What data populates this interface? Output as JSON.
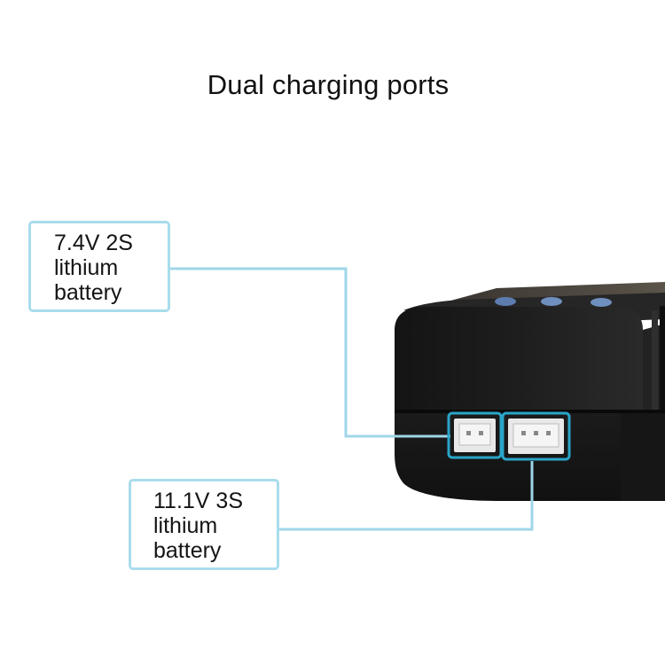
{
  "title": "Dual charging ports",
  "callouts": {
    "port_2s": {
      "lines": [
        "7.4V 2S",
        "lithium",
        "battery"
      ]
    },
    "port_3s": {
      "lines": [
        "11.1V 3S",
        "lithium",
        "battery"
      ]
    }
  },
  "colors": {
    "callout_border": "#a9dcec",
    "leader_line": "#9fd6e8",
    "port_highlight": "#2aa5c8",
    "charger_body": "#1c1c1c",
    "indicator_led": "#6f8fbf"
  },
  "icons": {
    "charger": "charger-device",
    "port_2s": "2-pin-jst-port",
    "port_3s": "3-pin-jst-port"
  }
}
